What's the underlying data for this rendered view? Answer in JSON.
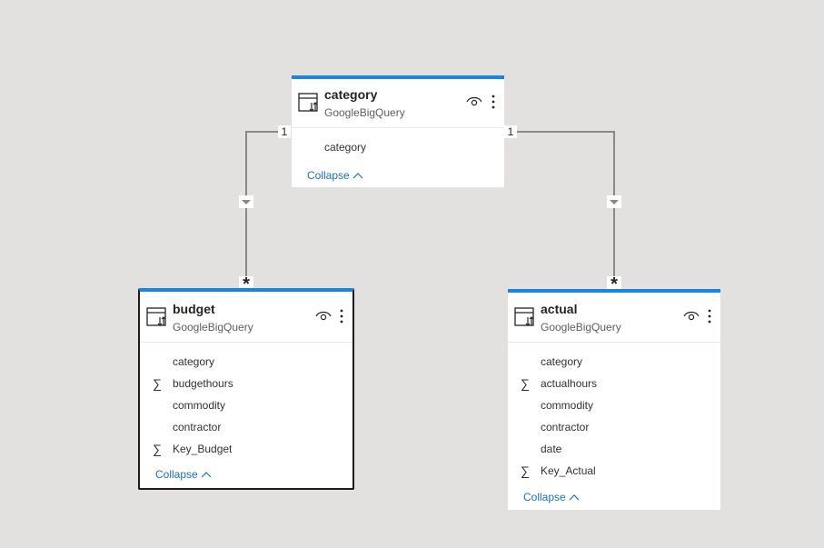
{
  "tables": {
    "category": {
      "title": "category",
      "source": "GoogleBigQuery",
      "fields": [
        {
          "name": "category",
          "sigma": ""
        }
      ],
      "collapse_label": "Collapse"
    },
    "budget": {
      "title": "budget",
      "source": "GoogleBigQuery",
      "fields": [
        {
          "name": "category",
          "sigma": ""
        },
        {
          "name": "budgethours",
          "sigma": "∑"
        },
        {
          "name": "commodity",
          "sigma": ""
        },
        {
          "name": "contractor",
          "sigma": ""
        },
        {
          "name": "Key_Budget",
          "sigma": "∑"
        }
      ],
      "collapse_label": "Collapse"
    },
    "actual": {
      "title": "actual",
      "source": "GoogleBigQuery",
      "fields": [
        {
          "name": "category",
          "sigma": ""
        },
        {
          "name": "actualhours",
          "sigma": "∑"
        },
        {
          "name": "commodity",
          "sigma": ""
        },
        {
          "name": "contractor",
          "sigma": ""
        },
        {
          "name": "date",
          "sigma": ""
        },
        {
          "name": "Key_Actual",
          "sigma": "∑"
        }
      ],
      "collapse_label": "Collapse"
    }
  },
  "relationships": {
    "left": {
      "one_label": "1",
      "many_label": "*"
    },
    "right": {
      "one_label": "1",
      "many_label": "*"
    }
  },
  "colors": {
    "accent": "#1a84e4",
    "link": "#1e6fb8",
    "background": "#e2e1df"
  }
}
